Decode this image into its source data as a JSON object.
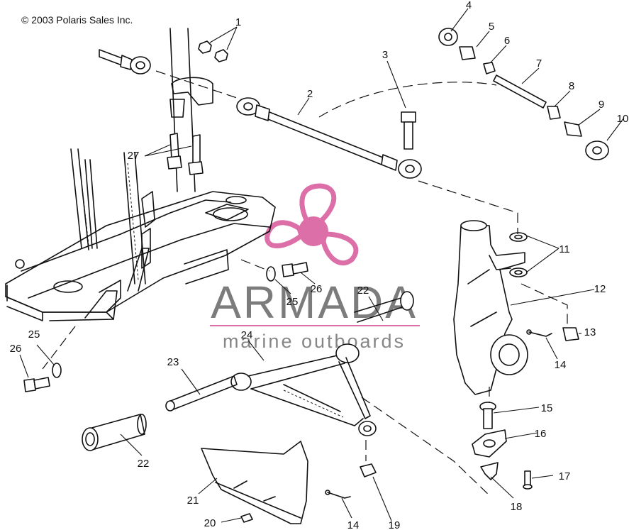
{
  "copyright": "© 2003 Polaris Sales Inc.",
  "watermark": {
    "name": "ARMADA",
    "tagline": "marine outboards",
    "color": "#d9609f"
  },
  "callouts": [
    "1",
    "2",
    "3",
    "4",
    "5",
    "6",
    "7",
    "8",
    "9",
    "10",
    "11",
    "12",
    "13",
    "14",
    "15",
    "16",
    "17",
    "18",
    "19",
    "20",
    "21",
    "22",
    "22",
    "23",
    "24",
    "25",
    "25",
    "26",
    "26",
    "27",
    "14"
  ]
}
